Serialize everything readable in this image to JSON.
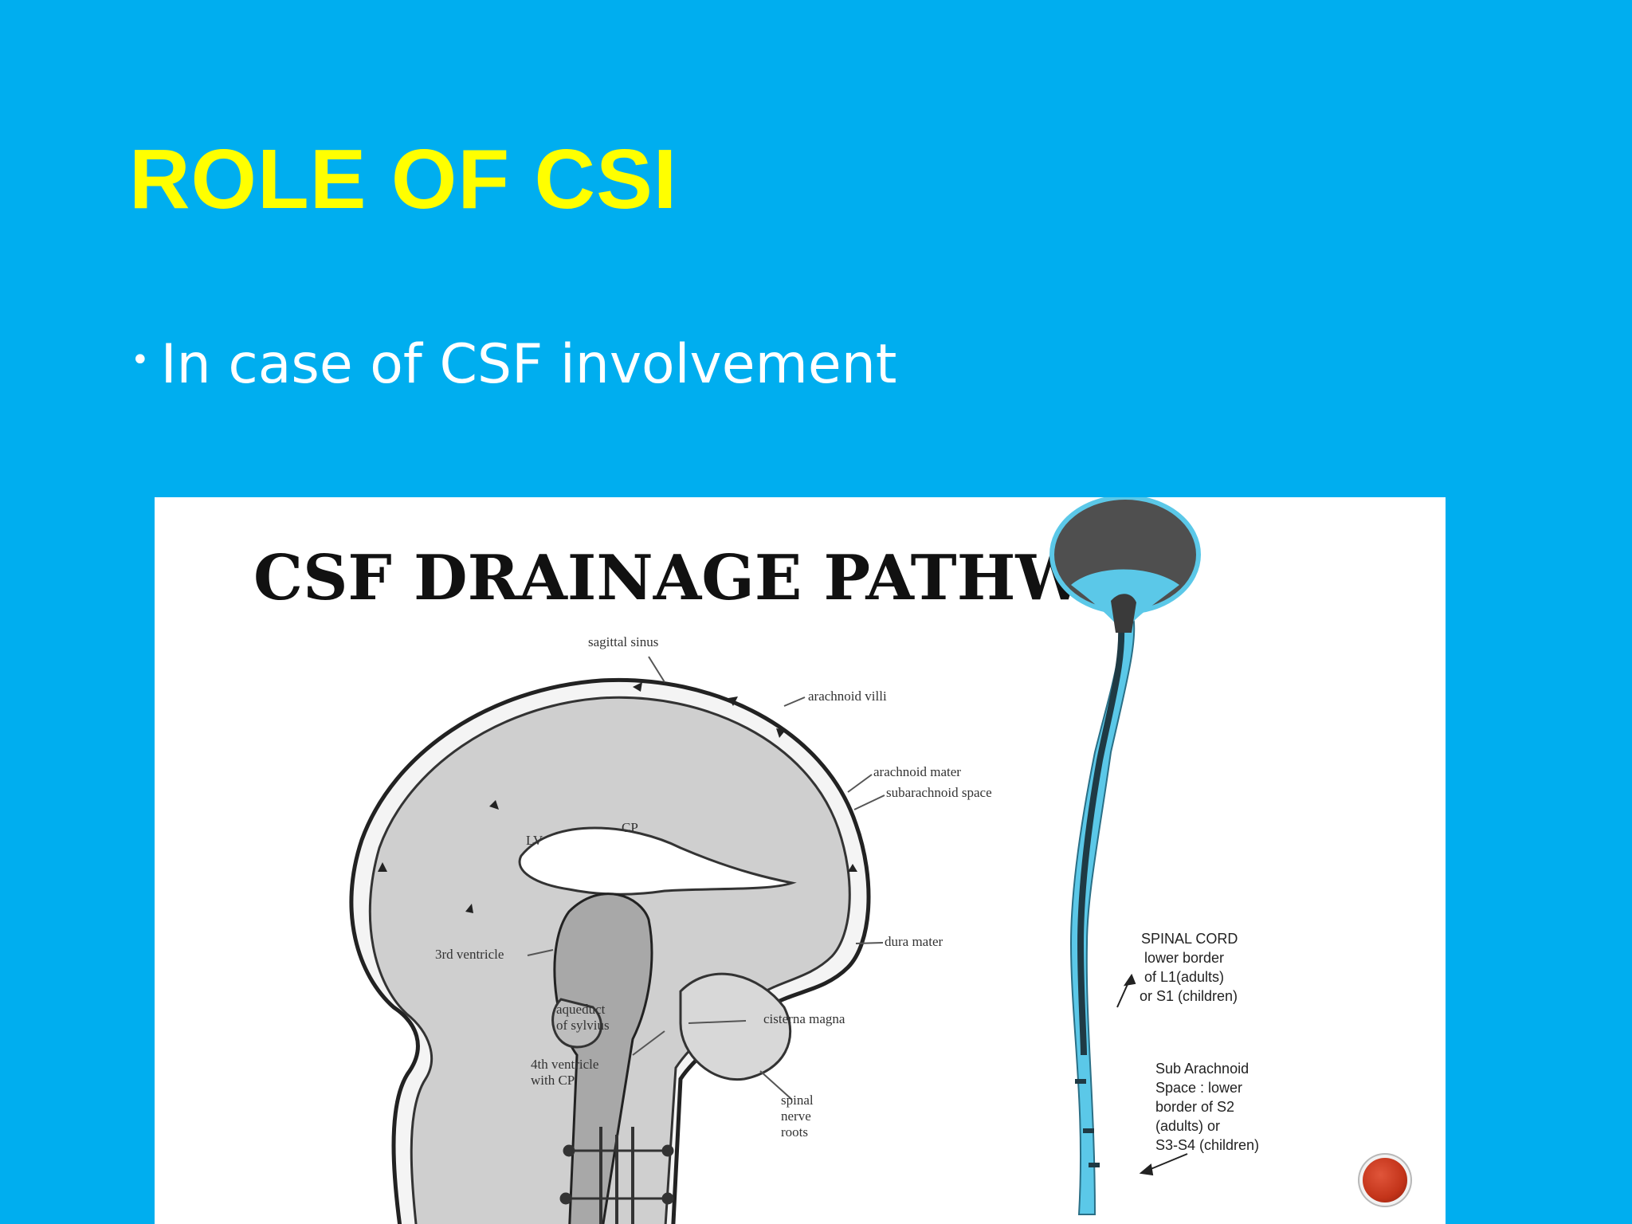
{
  "slide": {
    "title": "ROLE OF CSI",
    "bullet": "In case of CSF involvement",
    "colors": {
      "background": "#00AEEF",
      "title": "#FFFF00",
      "bullet": "#FFFFFF"
    }
  },
  "figure": {
    "title": "CSF DRAINAGE PATHWAY",
    "brain_labels": {
      "sagittal_sinus": "sagittal sinus",
      "arachnoid_villi": "arachnoid villi",
      "arachnoid_mater": "arachnoid mater",
      "subarachnoid_space": "subarachnoid space",
      "lv": "LV",
      "cp": "CP",
      "dura_mater": "dura mater",
      "third_ventricle": "3rd ventricle",
      "aqueduct_1": "aqueduct",
      "aqueduct_2": "of sylvius",
      "cisterna_magna": "cisterna magna",
      "fourth_ventricle_1": "4th ventricle",
      "fourth_ventricle_2": "with CP",
      "spinal_nerve_1": "spinal",
      "spinal_nerve_2": "nerve",
      "spinal_nerve_3": "roots"
    },
    "spine_labels": {
      "cord_1": "SPINAL CORD",
      "cord_2": "lower border",
      "cord_3": "of L1(adults)",
      "cord_4": "or S1 (children)",
      "sas_1": "Sub Arachnoid",
      "sas_2": "Space : lower",
      "sas_3": "border of S2",
      "sas_4": "(adults) or",
      "sas_5": "S3-S4 (children)"
    }
  },
  "nav": {
    "button_icon": "record-circle-icon"
  }
}
